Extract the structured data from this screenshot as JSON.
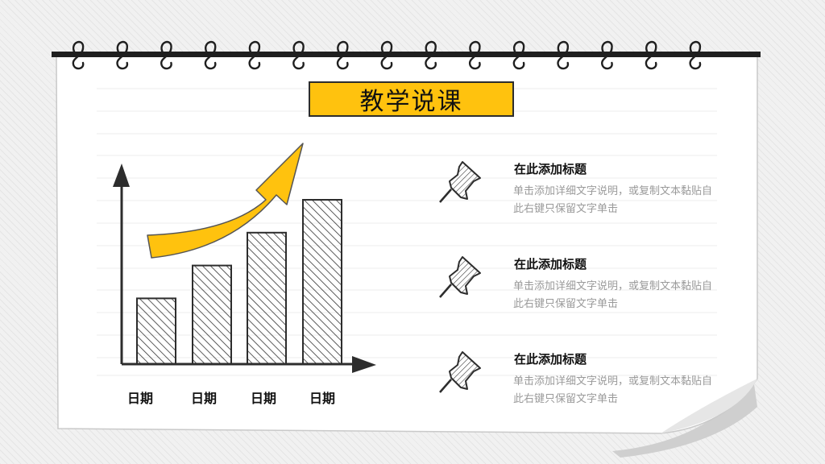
{
  "slide": {
    "title": "教学说课",
    "accent_color": "#ffc20e",
    "ink_color": "#2d2d2d"
  },
  "chart": {
    "categories": [
      "日期",
      "日期",
      "日期",
      "日期"
    ],
    "values": [
      1,
      1.5,
      2,
      2.5
    ],
    "trend_arrow": "up"
  },
  "items": [
    {
      "icon": "pushpin-icon",
      "title": "在此添加标题",
      "desc": "单击添加详细文字说明，或复制文本黏贴自此右键只保留文字单击"
    },
    {
      "icon": "pushpin-icon",
      "title": "在此添加标题",
      "desc": "单击添加详细文字说明，或复制文本黏贴自此右键只保留文字单击"
    },
    {
      "icon": "pushpin-icon",
      "title": "在此添加标题",
      "desc": "单击添加详细文字说明，或复制文本黏贴自此右键只保留文字单击"
    }
  ]
}
